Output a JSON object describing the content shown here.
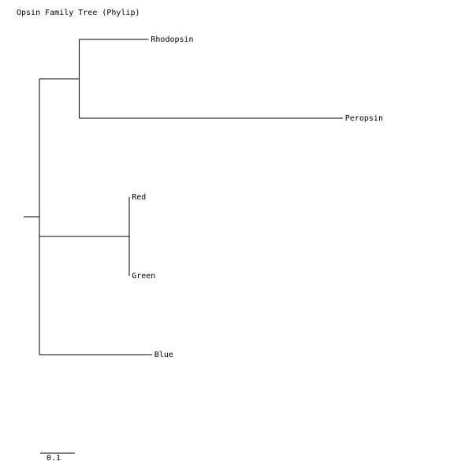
{
  "title": "Opsin Family Tree (Phylip)",
  "colors": {
    "line": "#000000",
    "text": "#000000",
    "background": "#ffffff"
  },
  "tree": {
    "root_stem_length": 0.045,
    "children": [
      {
        "id": "rhodopsin-peropsin-clade",
        "length": 0.115,
        "children": [
          {
            "id": "rhodopsin",
            "label": "Rhodopsin",
            "length": 0.2
          },
          {
            "id": "peropsin",
            "label": "Peropsin",
            "length": 0.76
          }
        ]
      },
      {
        "id": "red-green-clade",
        "length": 0.26,
        "children": [
          {
            "id": "red",
            "label": "Red",
            "length": 0.0
          },
          {
            "id": "green",
            "label": "Green",
            "length": 0.0
          }
        ]
      },
      {
        "id": "blue",
        "label": "Blue",
        "length": 0.325
      }
    ]
  },
  "scale_bar": {
    "value": 0.1,
    "label": "0.1"
  }
}
